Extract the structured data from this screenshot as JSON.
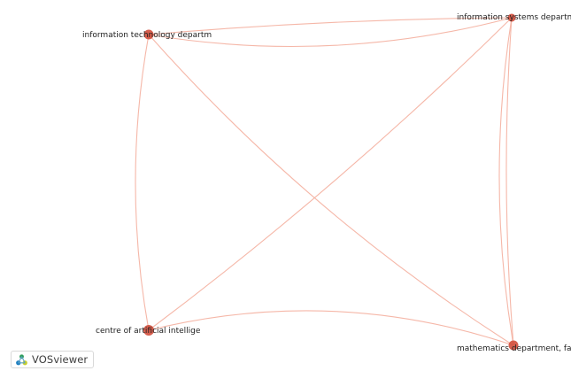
{
  "network": {
    "nodes": [
      {
        "id": "n1",
        "label": "information technology departm"
      },
      {
        "id": "n2",
        "label": "information systems departmer"
      },
      {
        "id": "n3",
        "label": "centre of artificial intellige"
      },
      {
        "id": "n4",
        "label": "mathematics department, facul"
      }
    ],
    "links": [
      {
        "source": "n1",
        "target": "n2"
      },
      {
        "source": "n1",
        "target": "n2"
      },
      {
        "source": "n1",
        "target": "n3"
      },
      {
        "source": "n1",
        "target": "n4"
      },
      {
        "source": "n2",
        "target": "n3"
      },
      {
        "source": "n2",
        "target": "n4"
      },
      {
        "source": "n3",
        "target": "n4"
      },
      {
        "source": "n4",
        "target": "n2"
      }
    ],
    "colors": {
      "node": "#d24d3a",
      "link": "#f4b3a3",
      "label": "#222222"
    }
  },
  "branding": {
    "logo_icon": "vosviewer-logo-icon",
    "logo_text": "VOSviewer"
  }
}
